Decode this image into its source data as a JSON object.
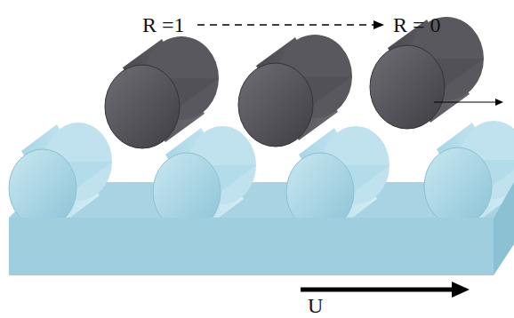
{
  "diagram": {
    "labels": [
      "R =1",
      "R = 0",
      "U"
    ]
  }
}
